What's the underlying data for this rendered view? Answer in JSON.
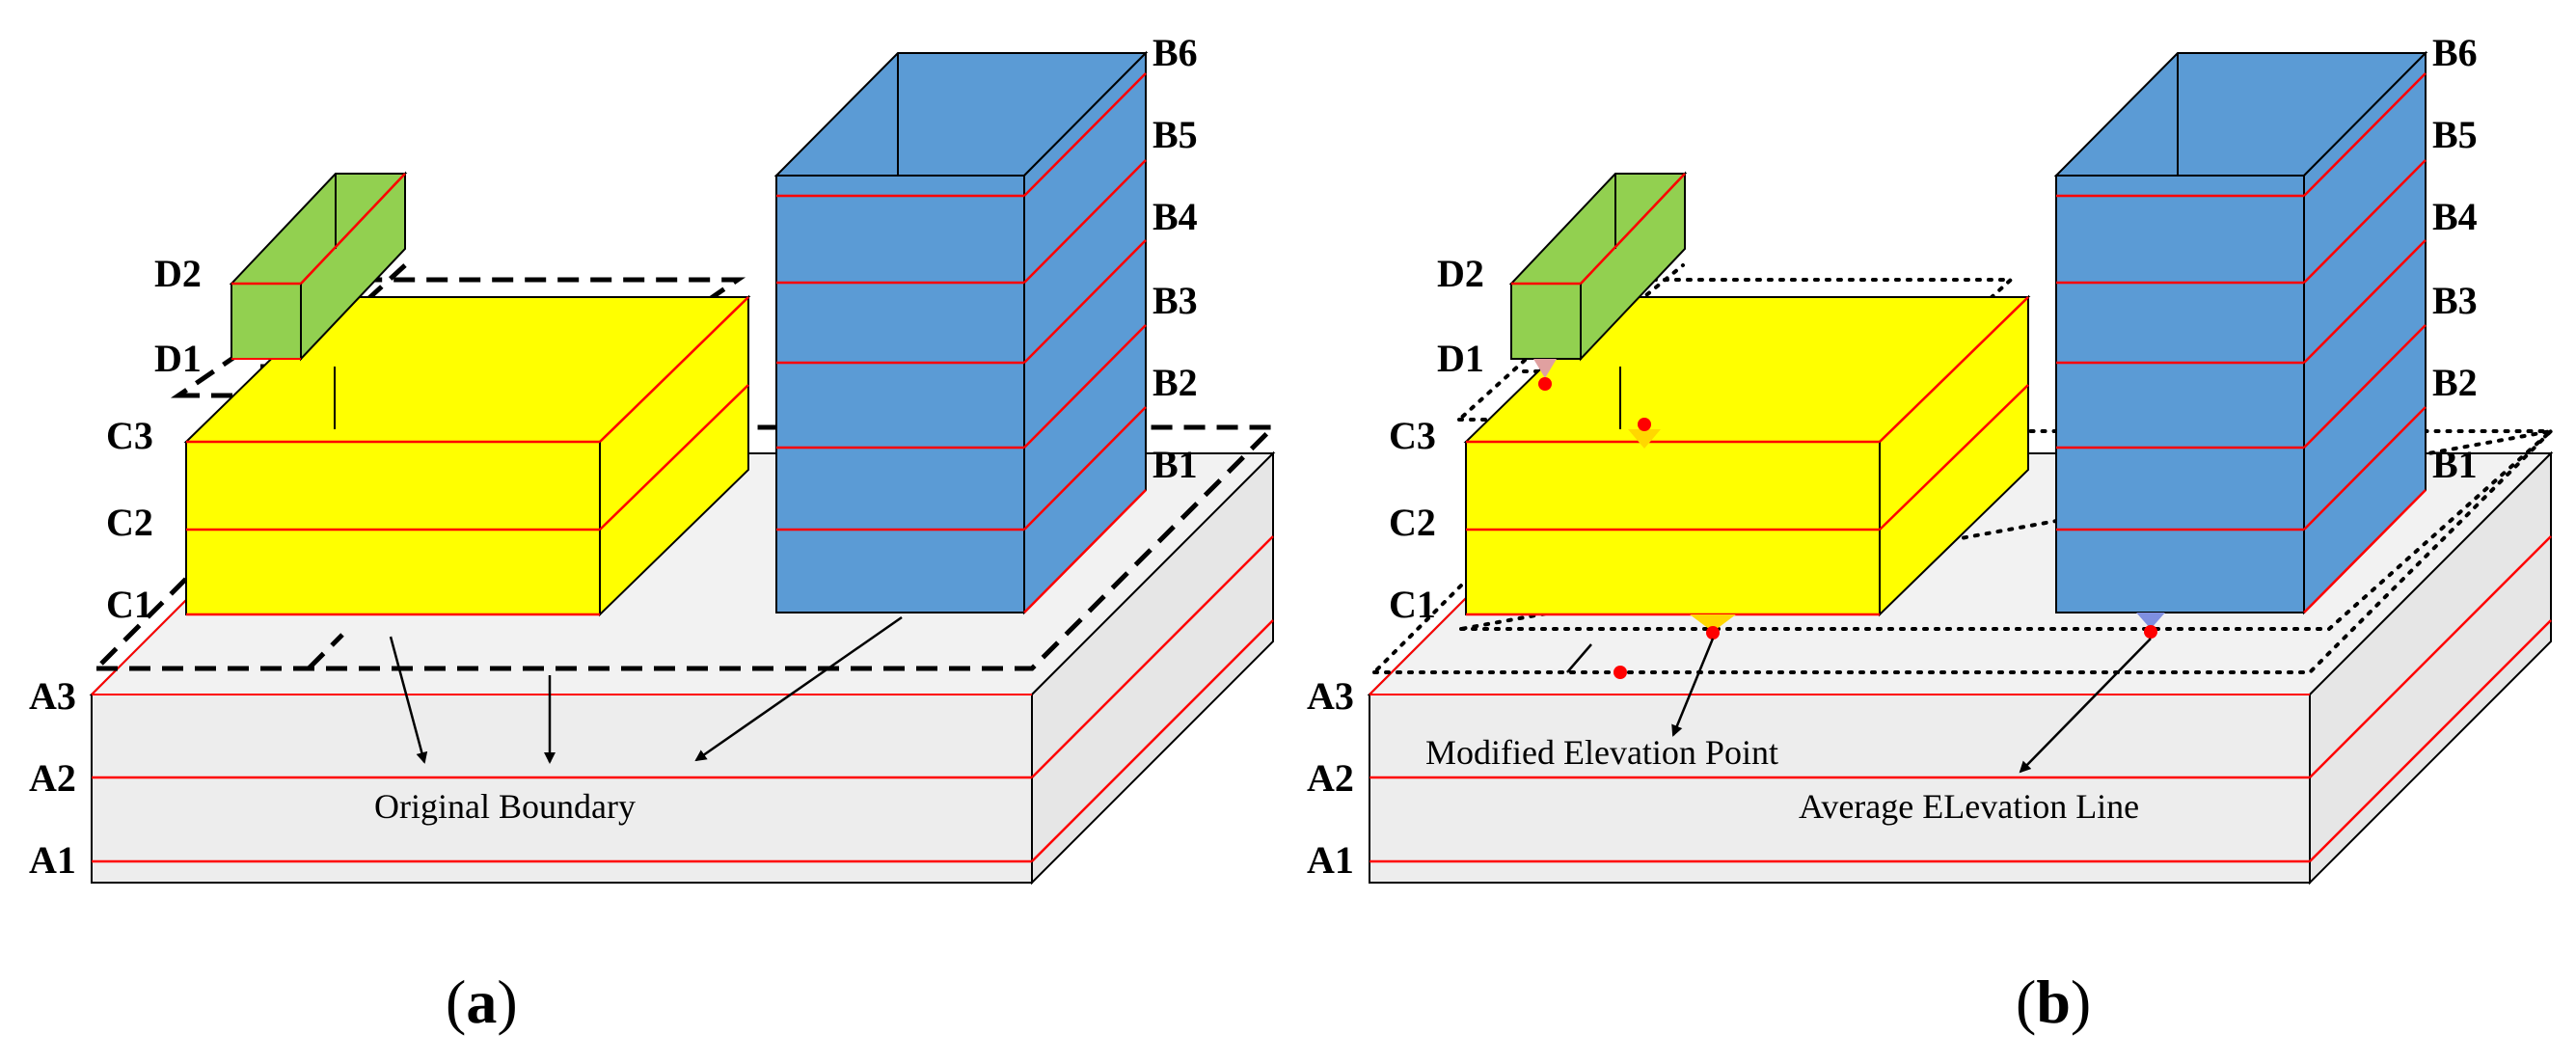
{
  "panels": [
    {
      "id": "a",
      "caption": "(a)",
      "caption_letter": "a",
      "annotations": [
        "Original Boundary"
      ],
      "labels": {
        "A": [
          "A1",
          "A2",
          "A3"
        ],
        "B": [
          "B1",
          "B2",
          "B3",
          "B4",
          "B5",
          "B6"
        ],
        "C": [
          "C1",
          "C2",
          "C3"
        ],
        "D": [
          "D1",
          "D2"
        ]
      },
      "boundary_style": "dashed"
    },
    {
      "id": "b",
      "caption": "(b)",
      "caption_letter": "b",
      "annotations": [
        "Modified Elevation Point",
        "Average ELevation Line"
      ],
      "labels": {
        "A": [
          "A1",
          "A2",
          "A3"
        ],
        "B": [
          "B1",
          "B2",
          "B3",
          "B4",
          "B5",
          "B6"
        ],
        "C": [
          "C1",
          "C2",
          "C3"
        ],
        "D": [
          "D1",
          "D2"
        ]
      },
      "boundary_style": "dotted"
    }
  ],
  "colors": {
    "base_face": "#ededed",
    "tower": "#5b9bd5",
    "yellow_block": "#ffff00",
    "green_box": "#92d050",
    "floor_line": "#ff0000",
    "edge": "#000000",
    "marker": "#ff0000"
  }
}
